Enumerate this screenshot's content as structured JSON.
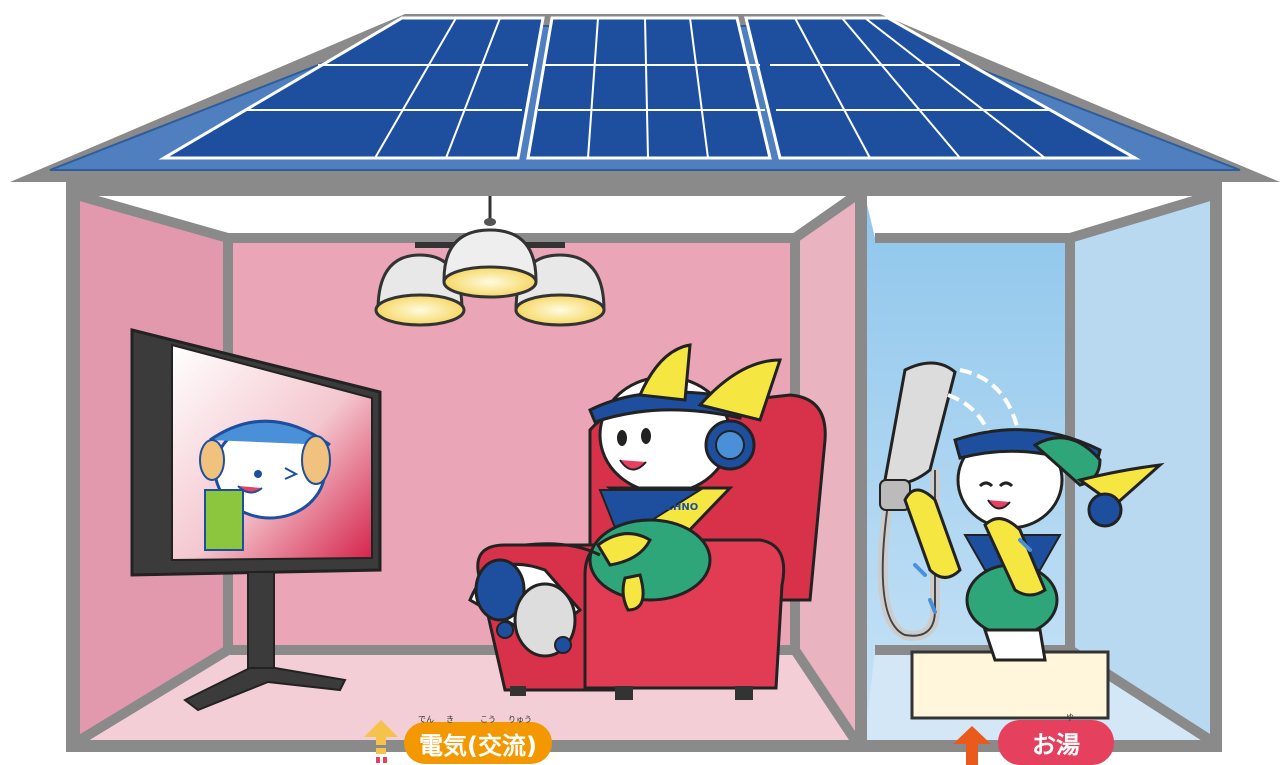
{
  "labels": {
    "electricity": "電気(交流)",
    "electricity_ruby": [
      "でん",
      "き",
      "こう",
      "りゅう"
    ],
    "hot_water": "お湯",
    "hot_water_ruby": "ゆ"
  },
  "tv_cap_text": "TECHNO",
  "colors": {
    "roof_frame": "#8a8a8a",
    "solar_panel": "#1d4f9e",
    "living_wall": "#eba8b8",
    "living_floor": "#f3ced6",
    "bath_wall": "#a8d4f0",
    "armchair": "#d8324a",
    "electricity_pill": "#f39800",
    "hot_water_pill": "#e6405f",
    "hot_water_arrow": "#ea5a1c"
  },
  "icons": [
    "solar-panel-icon",
    "pendant-lamp-icon",
    "tv-icon",
    "armchair-icon",
    "shower-icon",
    "bathtub-icon",
    "up-arrow-icon"
  ]
}
